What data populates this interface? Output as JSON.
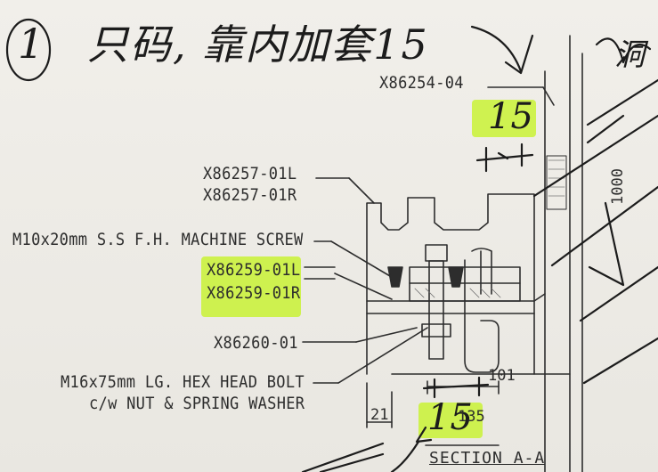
{
  "handwritten": {
    "circle_number": "1",
    "note": "只码, 靠内加套15",
    "dim_top": "15",
    "dim_bottom": "15",
    "right_mark": "洞"
  },
  "labels": {
    "x86254_04": "X86254-04",
    "x86257_01l": "X86257-01L",
    "x86257_01r": "X86257-01R",
    "screw": "M10x20mm S.S F.H. MACHINE SCREW",
    "x86259_01l": "X86259-01L",
    "x86259_01r": "X86259-01R",
    "x86260_01": "X86260-01",
    "bolt_line1": "M16x75mm LG. HEX HEAD BOLT",
    "bolt_line2": "c/w NUT & SPRING WASHER"
  },
  "dimensions": {
    "d101": "101",
    "d21": "21",
    "d135": "135",
    "d1000": "1000"
  },
  "section_title": "SECTION A-A",
  "colors": {
    "highlight": "#c9f235",
    "ink": "#1c1c1c",
    "print": "#2d2d2d",
    "paper": "#eceae4"
  }
}
